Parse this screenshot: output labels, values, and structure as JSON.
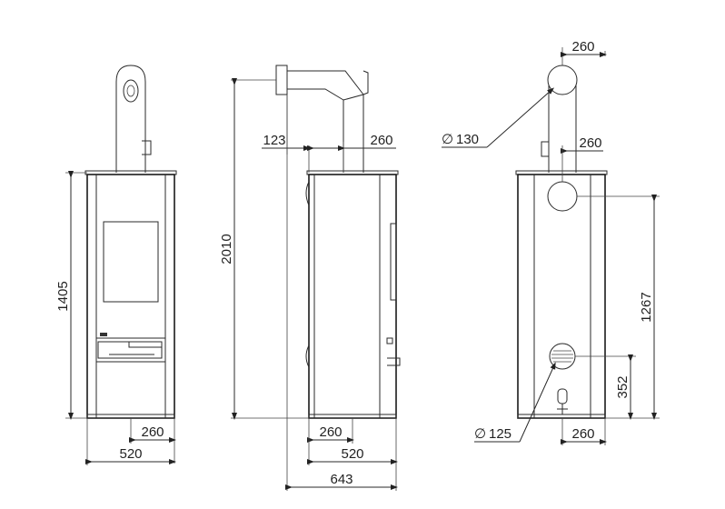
{
  "dimensions": {
    "front": {
      "height_total": "1405",
      "width_half": "260",
      "width": "520"
    },
    "side": {
      "height_total": "2010",
      "offset": "123",
      "flue_width": "260",
      "width_half": "260",
      "width": "520",
      "depth_total": "643"
    },
    "rear": {
      "flue_top_width": "260",
      "flue_diameter": "130",
      "flue_offset": "260",
      "flue_height": "1267",
      "air_inlet_height": "352",
      "air_inlet_diameter": "125",
      "bottom_width": "260"
    }
  },
  "symbols": {
    "diameter": "∅"
  }
}
